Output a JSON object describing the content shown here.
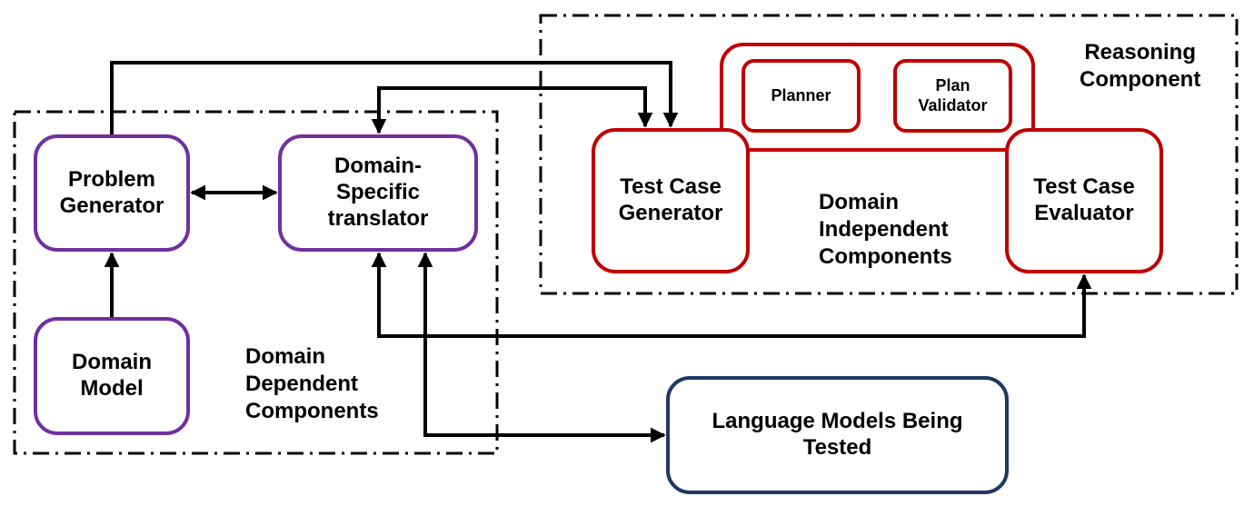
{
  "nodes": {
    "problem_generator": "Problem\nGenerator",
    "domain_specific_translator": "Domain-\nSpecific\ntranslator",
    "domain_model": "Domain\nModel",
    "test_case_generator": "Test Case\nGenerator",
    "test_case_evaluator": "Test Case\nEvaluator",
    "planner": "Planner",
    "plan_validator": "Plan\nValidator",
    "language_models": "Language Models Being\nTested"
  },
  "groups": {
    "domain_dependent": "Domain\nDependent\nComponents",
    "domain_independent": "Domain\nIndependent\nComponents",
    "reasoning": "Reasoning\nComponent"
  },
  "colors": {
    "domain_dependent_border": "#7030a0",
    "domain_independent_border": "#c00000",
    "language_model_border": "#1f3864",
    "arrow": "#000000"
  }
}
